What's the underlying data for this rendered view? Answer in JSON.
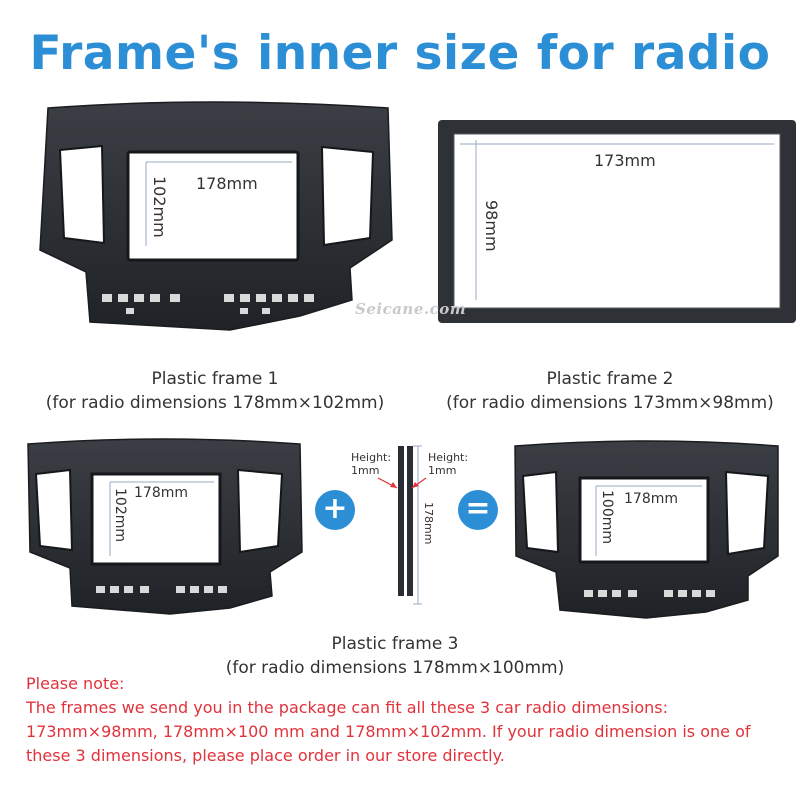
{
  "title": "Frame's inner size for radio",
  "colors": {
    "title": "#2c8fd6",
    "note": "#e2323c",
    "frame_dark": "#2a2d31",
    "frame_mid": "#40444a",
    "accent_circle": "#2c8fd6",
    "dim_line": "#9aa8c6"
  },
  "frame1": {
    "width_label": "178mm",
    "height_label": "102mm",
    "caption_line1": "Plastic frame 1",
    "caption_line2": "(for radio dimensions 178mm×102mm)"
  },
  "frame2": {
    "width_label": "173mm",
    "height_label": "98mm",
    "caption_line1": "Plastic frame 2",
    "caption_line2": "(for radio dimensions 173mm×98mm)"
  },
  "watermark": "Seicane.com",
  "frame3": {
    "left_width_label": "178mm",
    "left_height_label": "102mm",
    "strip_left_label_line1": "Height:",
    "strip_left_label_line2": "1mm",
    "strip_right_label_line1": "Height:",
    "strip_right_label_line2": "1mm",
    "strip_length_label": "178mm",
    "result_width_label": "178mm",
    "result_height_label": "100mm",
    "plus_symbol": "+",
    "equals_symbol": "=",
    "caption_line1": "Plastic frame 3",
    "caption_line2": "(for radio dimensions 178mm×100mm)"
  },
  "note": {
    "heading": "Please note:",
    "lines": [
      "The frames we send you in the package can fit all these 3 car radio dimensions:",
      "173mm×98mm,  178mm×100 mm and  178mm×102mm. If your radio dimension is one of",
      "these 3 dimensions, please place order in our store directly."
    ]
  }
}
